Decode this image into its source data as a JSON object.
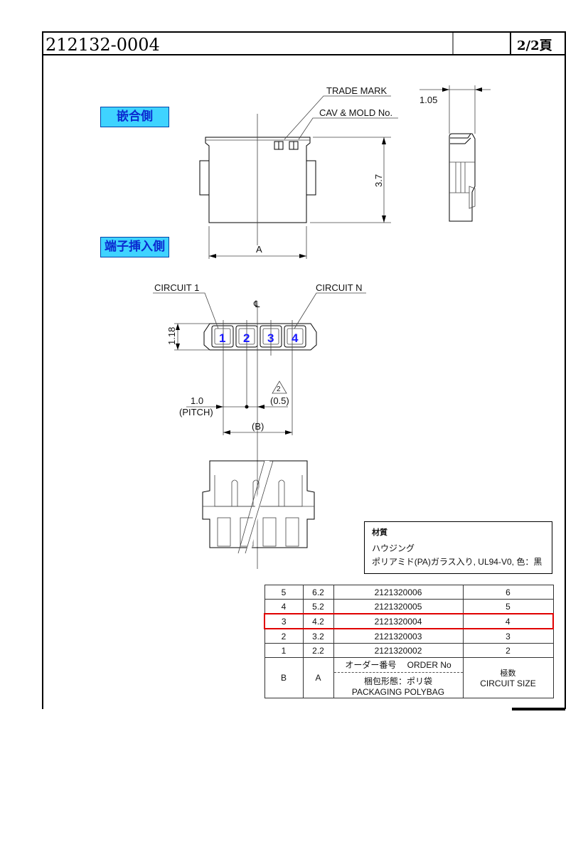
{
  "header": {
    "drawing_number": "212132-0004",
    "page": "2/2頁"
  },
  "views": {
    "mating_side_label": "嵌合側",
    "terminal_insert_side_label": "端子挿入側"
  },
  "annotations": {
    "trade_mark": "TRADE MARK",
    "cav_mold": "CAV & MOLD No.",
    "dim_height": "3.7",
    "dim_a": "A",
    "dim_depth": "1.05",
    "circuit_1": "CIRCUIT 1",
    "circuit_n": "CIRCUIT N",
    "centerline": "℄",
    "dim_1_18": "1.18",
    "pitch_value": "1.0",
    "pitch_label": "(PITCH)",
    "rev_mark": "2",
    "half_pitch": "(0.5)",
    "dim_b": "(B)",
    "cavity_numbers": [
      "1",
      "2",
      "3",
      "4"
    ]
  },
  "material": {
    "title": "材質",
    "part": "ハウジング",
    "spec": "ポリアミド(PA)ガラス入り, UL94-V0, 色：黒"
  },
  "parts_table": {
    "rows": [
      {
        "b": "5",
        "a": "6.2",
        "order_no": "2121320006",
        "circuits": "6"
      },
      {
        "b": "4",
        "a": "5.2",
        "order_no": "2121320005",
        "circuits": "5"
      },
      {
        "b": "3",
        "a": "4.2",
        "order_no": "2121320004",
        "circuits": "4",
        "highlighted": true
      },
      {
        "b": "2",
        "a": "3.2",
        "order_no": "2121320003",
        "circuits": "3"
      },
      {
        "b": "1",
        "a": "2.2",
        "order_no": "2121320002",
        "circuits": "2"
      }
    ],
    "header": {
      "b": "B",
      "a": "A",
      "order_no": "オーダー番号　 ORDER No",
      "packaging_jp": "梱包形態：ポリ袋",
      "packaging_en": "PACKAGING POLYBAG",
      "circuits_jp": "極数",
      "circuits_en": "CIRCUIT SIZE"
    }
  },
  "colors": {
    "highlight": "#e00000",
    "label_fill": "#3fd3ff",
    "cavity_number": "#1a1aff"
  }
}
